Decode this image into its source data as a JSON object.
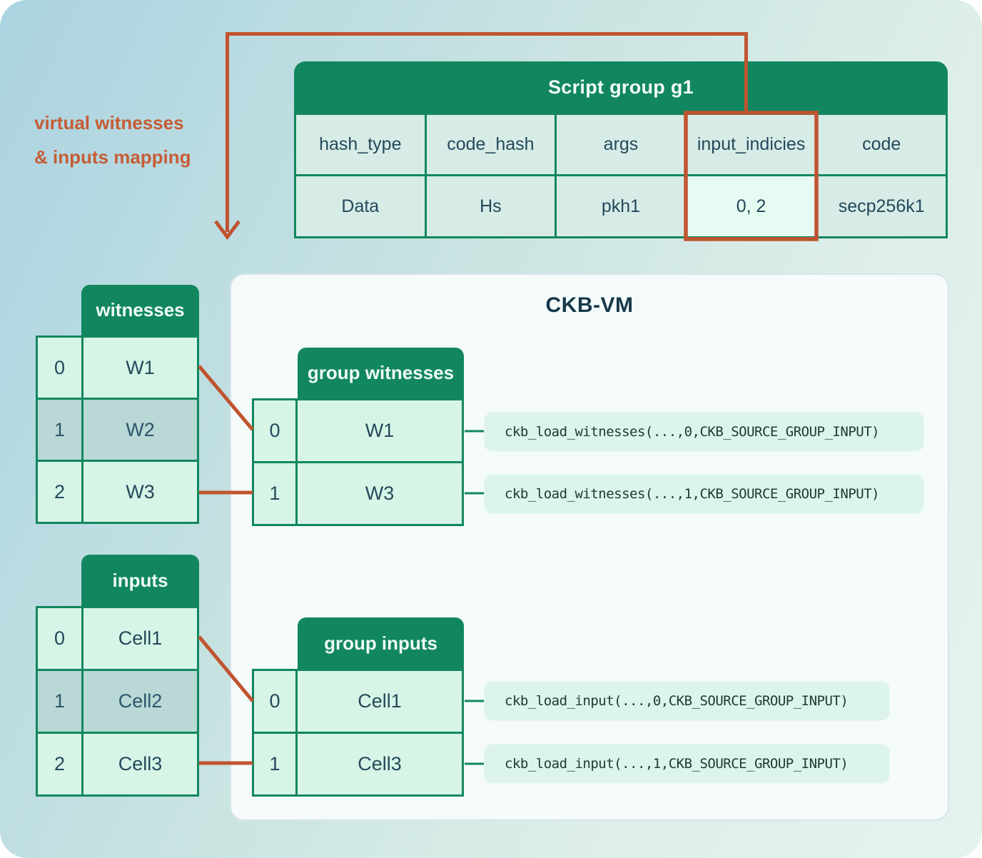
{
  "annotation": {
    "line1": "virtual witnesses",
    "line2": "& inputs mapping"
  },
  "script_group_table": {
    "title": "Script group g1",
    "columns": [
      "hash_type",
      "code_hash",
      "args",
      "input_indicies",
      "code"
    ],
    "values": [
      "Data",
      "Hs",
      "pkh1",
      "0, 2",
      "secp256k1"
    ],
    "highlighted_column": "input_indicies",
    "highlighted_value": "0, 2"
  },
  "vm_panel": {
    "title": "CKB-VM"
  },
  "witnesses_table": {
    "title": "witnesses",
    "rows": [
      {
        "index": "0",
        "value": "W1",
        "in_group": true
      },
      {
        "index": "1",
        "value": "W2",
        "in_group": false
      },
      {
        "index": "2",
        "value": "W3",
        "in_group": true
      }
    ]
  },
  "group_witnesses_table": {
    "title": "group witnesses",
    "rows": [
      {
        "index": "0",
        "value": "W1"
      },
      {
        "index": "1",
        "value": "W3"
      }
    ]
  },
  "inputs_table": {
    "title": "inputs",
    "rows": [
      {
        "index": "0",
        "value": "Cell1",
        "in_group": true
      },
      {
        "index": "1",
        "value": "Cell2",
        "in_group": false
      },
      {
        "index": "2",
        "value": "Cell3",
        "in_group": true
      }
    ]
  },
  "group_inputs_table": {
    "title": "group inputs",
    "rows": [
      {
        "index": "0",
        "value": "Cell1"
      },
      {
        "index": "1",
        "value": "Cell3"
      }
    ]
  },
  "syscalls": {
    "witness_calls": [
      "ckb_load_witnesses(...,0,CKB_SOURCE_GROUP_INPUT)",
      "ckb_load_witnesses(...,1,CKB_SOURCE_GROUP_INPUT)"
    ],
    "input_calls": [
      "ckb_load_input(...,0,CKB_SOURCE_GROUP_INPUT)",
      "ckb_load_input(...,1,CKB_SOURCE_GROUP_INPUT)"
    ]
  },
  "colors": {
    "green": "#12875f",
    "orange_line": "#c05430",
    "orange_text": "#c65c36",
    "mint_cell": "#d7f5e7",
    "muted_cell": "#b9d8d6",
    "navy_text": "#24495b",
    "code_box_bg": "#dcf4ea"
  }
}
